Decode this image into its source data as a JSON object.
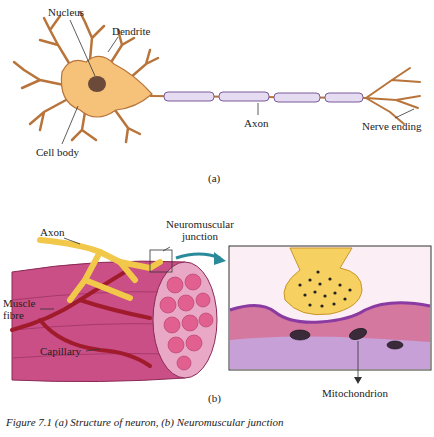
{
  "diagram": {
    "caption": "Figure 7.1 (a) Structure of neuron, (b) Neuromuscular junction",
    "labels": [
      "Nucleus",
      "Dendrite",
      "Axon",
      "Nerve ending",
      "Cell body",
      "(a)",
      "Axon",
      "Neuromuscular junction",
      "Muscle fibre",
      "Capillary",
      "(b)",
      "Mitochondrion"
    ]
  }
}
